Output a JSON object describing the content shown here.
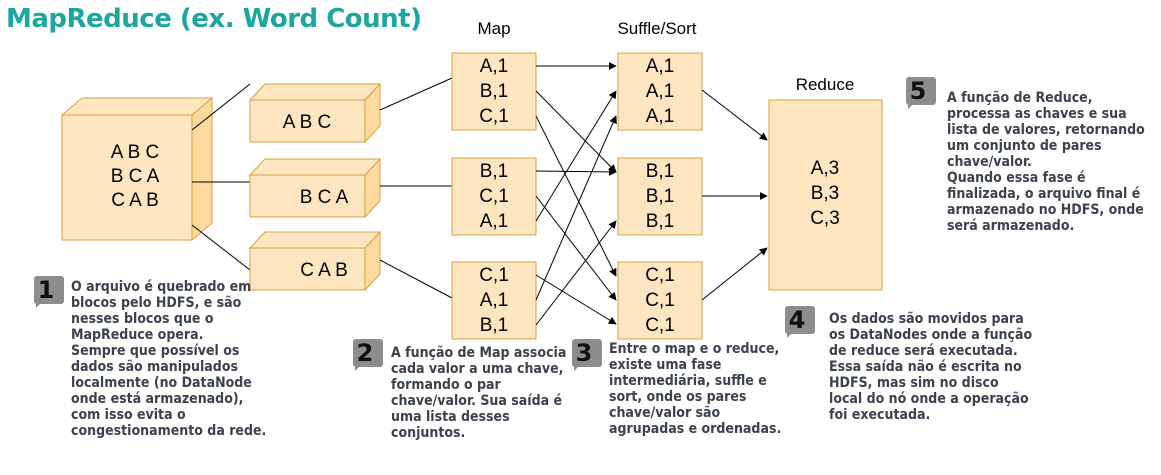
{
  "title": "MapReduce (ex. Word Count)",
  "headings": {
    "map": "Map",
    "shuffle": "Suffle/Sort",
    "reduce": "Reduce"
  },
  "input_block": {
    "lines": [
      "A B C",
      "B C A",
      "C A B"
    ]
  },
  "split_blocks": [
    "A B C",
    "B C A",
    "C A B"
  ],
  "map_boxes": [
    [
      "A,1",
      "B,1",
      "C,1"
    ],
    [
      "B,1",
      "C,1",
      "A,1"
    ],
    [
      "C,1",
      "A,1",
      "B,1"
    ]
  ],
  "shuffle_boxes": [
    [
      "A,1",
      "A,1",
      "A,1"
    ],
    [
      "B,1",
      "B,1",
      "B,1"
    ],
    [
      "C,1",
      "C,1",
      "C,1"
    ]
  ],
  "reduce_box": [
    "A,3",
    "B,3",
    "C,3"
  ],
  "notes": [
    {
      "num": "1",
      "text": "O arquivo é quebrado em\nblocos pelo HDFS, e são\nnesses blocos que o\nMapReduce opera.\nSempre que possível os\ndados são manipulados\nlocalmente (no DataNode\nonde está armazenado),\ncom isso evita o\ncongestionamento da rede."
    },
    {
      "num": "2",
      "text": "A função de Map associa\ncada valor a uma chave,\nformando o par\nchave/valor. Sua saída é\numa lista desses\nconjuntos."
    },
    {
      "num": "3",
      "text": "Entre o map e o reduce,\nexiste uma fase\nintermediária, suffle e\nsort, onde os pares\nchave/valor são\nagrupadas e ordenadas."
    },
    {
      "num": "4",
      "text": "Os dados são movidos para\nos DataNodes onde a função\nde reduce será executada.\nEssa saída não é escrita no\nHDFS, mas sim no disco\nlocal do nó onde a operação\nfoi executada."
    },
    {
      "num": "5",
      "text": "A função de Reduce,\nprocessa as chaves e sua\nlista de valores, retornando\num conjunto de pares\nchave/valor.\nQuando essa fase é\nfinalizada, o arquivo final é\narmazenado no HDFS, onde\nserá armazenado."
    }
  ],
  "colors": {
    "box_fill": "#ffe6c0",
    "box_stroke": "#e0a43e",
    "title": "#1ba7a0",
    "note_text": "#3c4150",
    "badge": "#8d8d8d"
  }
}
